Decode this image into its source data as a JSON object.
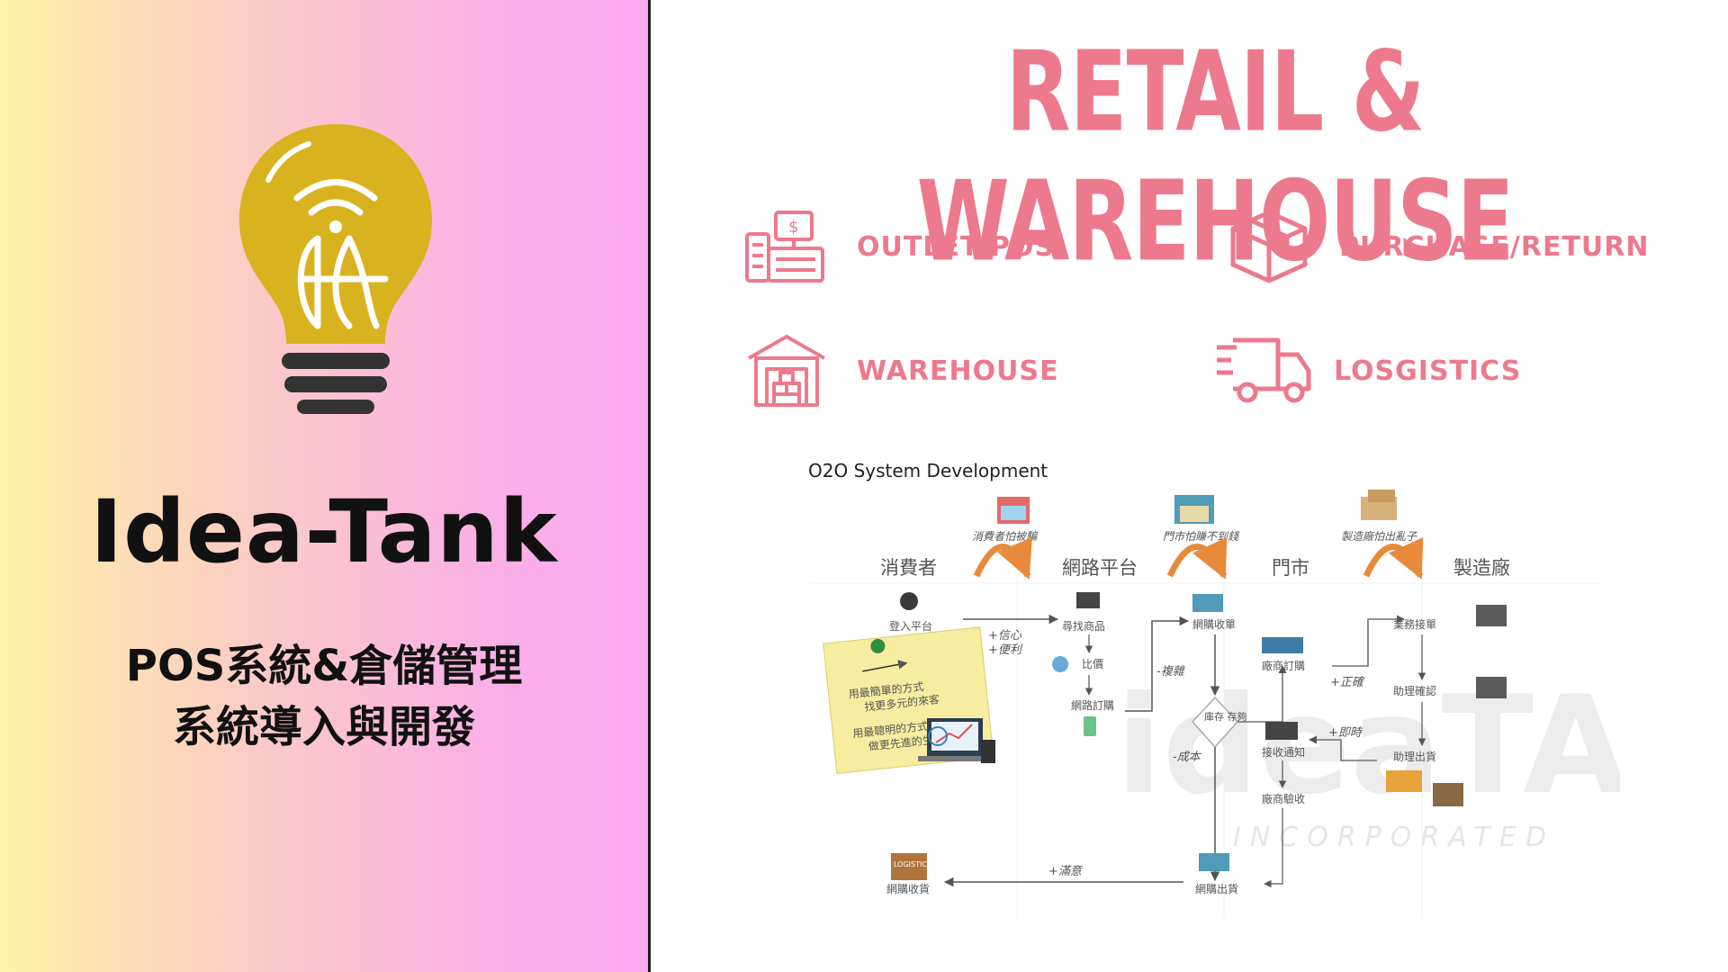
{
  "left_panel": {
    "brand": "Idea-Tank",
    "tagline_line1": "POS系統&倉儲管理",
    "tagline_line2": "系統導入與開發"
  },
  "right_panel": {
    "title": "RETAIL & WAREHOUSE",
    "features": [
      {
        "label": "OUTLET POS",
        "icon": "cash-register-icon"
      },
      {
        "label": "PURCHASE/RETURN",
        "icon": "box-icon"
      },
      {
        "label": "WAREHOUSE",
        "icon": "warehouse-icon"
      },
      {
        "label": "LOSGISTICS",
        "icon": "truck-icon"
      }
    ]
  },
  "diagram": {
    "title": "O2O System Development",
    "watermark": "ideaTANK",
    "watermark_sub": "INCORPORATED",
    "actors": [
      "消費者",
      "網路平台",
      "門市",
      "製造廠"
    ],
    "worries": [
      "消費者怕被騙",
      "門市怕賺不到錢",
      "製造廠怕出亂子"
    ],
    "consumer_node": "登入平台",
    "platform_nodes": [
      "尋找商品",
      "比價",
      "網路訂購"
    ],
    "store_nodes": [
      "網購收單",
      "庫存\n存夠",
      "廠商訂購",
      "接收通知",
      "廠商驗收",
      "網購出貨"
    ],
    "factory_nodes": [
      "業務接單",
      "助理確認",
      "助理出貨"
    ],
    "end_node": "網購收貨",
    "arrow_labels": [
      "+信心",
      "+便利",
      "-複雜",
      "-成本",
      "+正確",
      "+即時",
      "+滿意"
    ],
    "note_lines": [
      "用最簡單的方式",
      "找更多元的來客",
      "用最聰明的方式",
      "做更先進的生意"
    ],
    "logistics_box": "LOGISTICS"
  },
  "colors": {
    "accent": "#ec7a8c",
    "bulb": "#d9b21f",
    "bulb_base": "#333333",
    "arc": "#e88a3a"
  }
}
